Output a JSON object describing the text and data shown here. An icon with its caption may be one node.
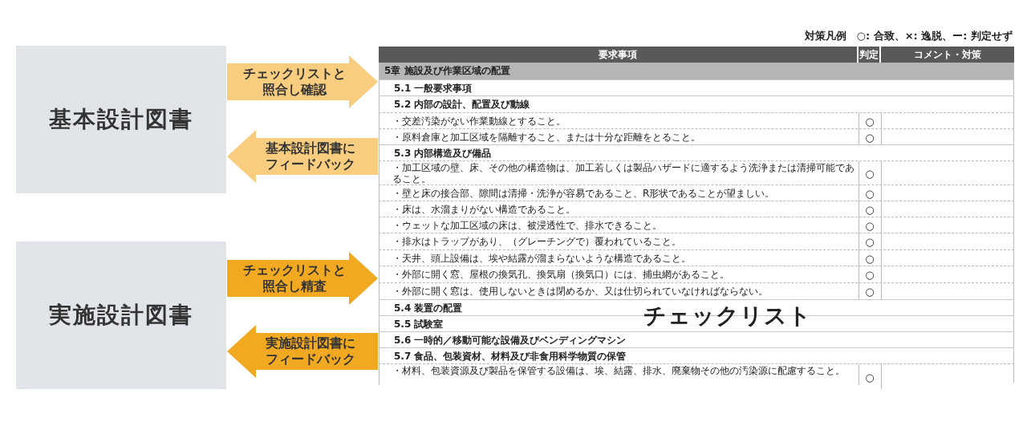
{
  "diagram": {
    "nodes": [
      {
        "text": [
          "基本設計図書"
        ]
      },
      {
        "text": [
          "実施設計図書"
        ]
      },
      {
        "text": [
          "チェックリスト"
        ]
      }
    ],
    "edges": [
      {
        "from": 0,
        "to": 2,
        "arrow": "to",
        "label": "チェックリストと照合し確認",
        "style": "thick",
        "color": "#f8cd80"
      },
      {
        "from": 2,
        "to": 0,
        "arrow": "to",
        "label": "基本設計図書にフィードバック",
        "style": "thick",
        "color": "#f8cd80"
      },
      {
        "from": 1,
        "to": 2,
        "arrow": "to",
        "label": "チェックリストと照合し精査",
        "style": "thick",
        "color": "#f2a922"
      },
      {
        "from": 2,
        "to": 1,
        "arrow": "to",
        "label": "実施設計図書にフィードバック",
        "style": "thick",
        "color": "#f2a922"
      }
    ],
    "labels": [
      "対策凡例　○: 合致、×: 逸脱、ー: 判定せず",
      "要求事項",
      "判定",
      "コメント・対策",
      "5章 施設及び作業区域の配置",
      "5.1 一般要求事項",
      "5.2 内部の設計、配置及び動線",
      "・交差汚染がない作業動線とすること。",
      "○",
      "・原料倉庫と加工区域を隔離すること、または十分な距離をとること。",
      "○",
      "5.3 内部構造及び備品",
      "・加工区域の壁、床、その他の構造物は、加工若しくは製品ハザードに適するよう洗浄または清掃可能であること。",
      "○",
      "・壁と床の接合部、隙間は清掃・洗浄が容易であること、R形状であることが望ましい。",
      "○",
      "・床は、水溜まりがない構造であること。",
      "○",
      "・ウェットな加工区域の床は、被浸透性で、排水できること。",
      "○",
      "・排水はトラップがあり、（グレーチングで）覆われていること。",
      "○",
      "・天井、頭上設備は、埃や結露が溜まらないような構造であること。",
      "○",
      "・外部に開く窓、屋根の換気孔、換気扇（換気口）には、捕虫網があること。",
      "○",
      "・外部に開く窓は、使用しないときは閉めるか、又は仕切られていなければならない。",
      "○",
      "5.4 装置の配置",
      "5.5 試験室",
      "5.6 一時的／移動可能な設備及びベンディングマシン",
      "5.7 食品、包装資材、材料及び非食用科学物質の保管",
      "・材料、包装資源及び製品を保管する設備は、埃、結露、排水、廃棄物その他の汚染源に配慮すること。",
      "○"
    ]
  }
}
